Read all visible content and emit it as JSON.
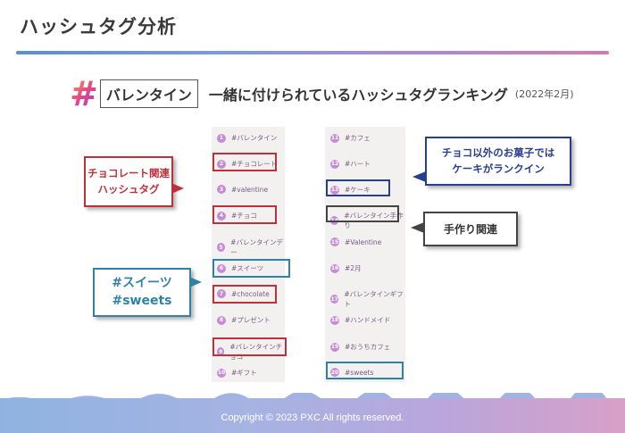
{
  "slide": {
    "title": "ハッシュタグ分析"
  },
  "headline": {
    "hash_symbol": "#",
    "tag": "バレンタイン",
    "text": "一緒に付けられているハッシュタグランキング",
    "date": "(2022年2月)"
  },
  "ranking_left": [
    {
      "rank": "1",
      "tag": "#バレンタイン"
    },
    {
      "rank": "2",
      "tag": "#チョコレート"
    },
    {
      "rank": "3",
      "tag": "#valentine"
    },
    {
      "rank": "4",
      "tag": "#チョコ"
    },
    {
      "rank": "5",
      "tag": "#バレンタインデー"
    },
    {
      "rank": "6",
      "tag": "#スイーツ"
    },
    {
      "rank": "7",
      "tag": "#chocolate"
    },
    {
      "rank": "8",
      "tag": "#プレゼント"
    },
    {
      "rank": "9",
      "tag": "#バレンタインチョコ"
    },
    {
      "rank": "10",
      "tag": "#ギフト"
    }
  ],
  "ranking_right": [
    {
      "rank": "11",
      "tag": "#カフェ"
    },
    {
      "rank": "12",
      "tag": "#ハート"
    },
    {
      "rank": "13",
      "tag": "#ケーキ"
    },
    {
      "rank": "14",
      "tag": "#バレンタイン手作り"
    },
    {
      "rank": "15",
      "tag": "#Valentine"
    },
    {
      "rank": "16",
      "tag": "#2月"
    },
    {
      "rank": "17",
      "tag": "#バレンタインギフト"
    },
    {
      "rank": "18",
      "tag": "#ハンドメイド"
    },
    {
      "rank": "19",
      "tag": "#おうちカフェ"
    },
    {
      "rank": "20",
      "tag": "#sweets"
    }
  ],
  "callouts": {
    "chocolate_line1": "チョコレート関連",
    "chocolate_line2": "ハッシュタグ",
    "sweets_line1": "#スイーツ",
    "sweets_line2": "#sweets",
    "cake_line1": "チョコ以外のお菓子では",
    "cake_line2": "ケーキがランクイン",
    "handmade": "手作り関連"
  },
  "colors": {
    "red": "#c0303a",
    "blue": "#2f82a6",
    "navy": "#283f8f",
    "dark": "#444444"
  },
  "footer": {
    "copyright": "Copyright © 2023 PXC All rights reserved."
  }
}
